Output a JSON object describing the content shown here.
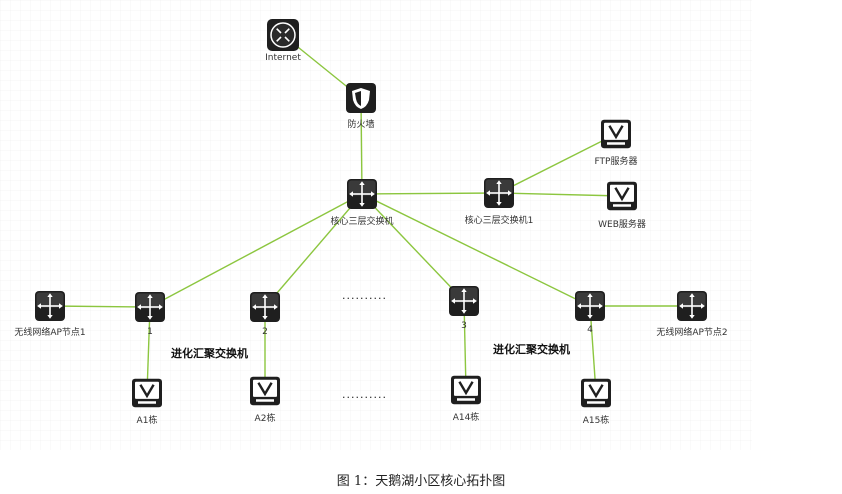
{
  "colors": {
    "link": "#8cc63f",
    "device": "#1f1f1f",
    "grid": "#e6e6e6"
  },
  "nodes": {
    "internet": {
      "label": "Internet",
      "icon": "router-icon"
    },
    "firewall": {
      "label": "防火墙",
      "icon": "firewall-icon"
    },
    "core": {
      "label": "核心三层交换机",
      "icon": "switch-icon"
    },
    "core1": {
      "label": "核心三层交换机1",
      "icon": "switch-icon"
    },
    "ftp": {
      "label": "FTP服务器",
      "icon": "server-icon"
    },
    "web": {
      "label": "WEB服务器",
      "icon": "server-icon"
    },
    "ap1": {
      "label": "无线网络AP节点1",
      "icon": "switch-icon"
    },
    "ap2": {
      "label": "无线网络AP节点2",
      "icon": "switch-icon"
    },
    "agg1": {
      "label": "1",
      "icon": "switch-icon"
    },
    "agg2": {
      "label": "2",
      "icon": "switch-icon"
    },
    "agg3": {
      "label": "3",
      "icon": "switch-icon"
    },
    "agg4": {
      "label": "4",
      "icon": "switch-icon"
    },
    "a1": {
      "label": "A1栋",
      "icon": "server-icon"
    },
    "a2": {
      "label": "A2栋",
      "icon": "server-icon"
    },
    "a14": {
      "label": "A14栋",
      "icon": "server-icon"
    },
    "a15": {
      "label": "A15栋",
      "icon": "server-icon"
    }
  },
  "edges": [
    [
      "internet",
      "firewall"
    ],
    [
      "firewall",
      "core"
    ],
    [
      "core",
      "core1"
    ],
    [
      "core1",
      "ftp"
    ],
    [
      "core1",
      "web"
    ],
    [
      "core",
      "agg1"
    ],
    [
      "core",
      "agg2"
    ],
    [
      "core",
      "agg3"
    ],
    [
      "core",
      "agg4"
    ],
    [
      "ap1",
      "agg1"
    ],
    [
      "agg4",
      "ap2"
    ],
    [
      "agg1",
      "a1"
    ],
    [
      "agg2",
      "a2"
    ],
    [
      "agg3",
      "a14"
    ],
    [
      "agg4",
      "a15"
    ]
  ],
  "annotations": {
    "aggregation_left": "进化汇聚交换机",
    "aggregation_right": "进化汇聚交换机",
    "ellipsis_top": "..........",
    "ellipsis_bottom": ".........."
  },
  "caption": "图 1：天鹅湖小区核心拓扑图"
}
